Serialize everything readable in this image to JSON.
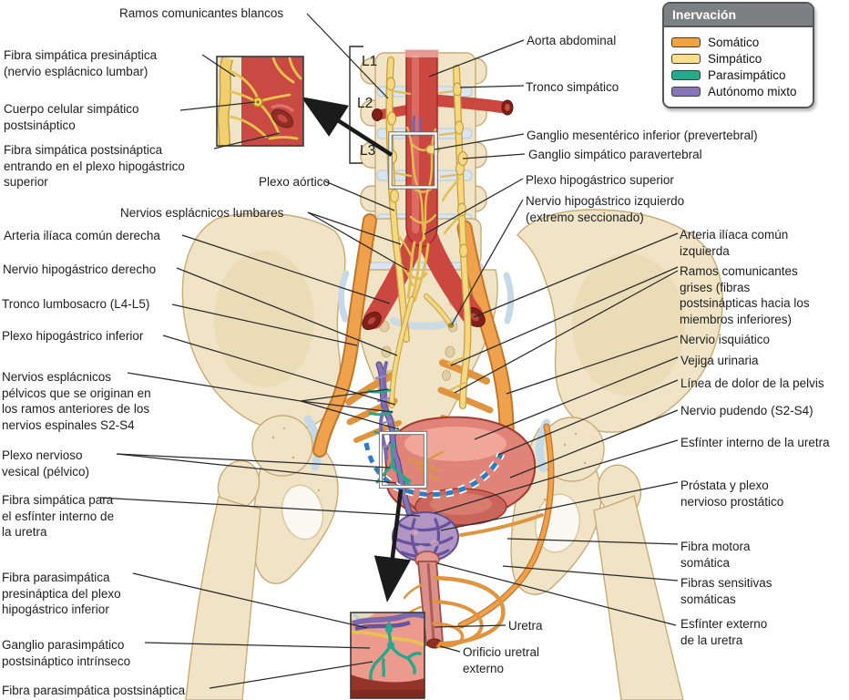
{
  "legend": {
    "title": "Inervación",
    "items": [
      {
        "label": "Somático",
        "color": "#F0A342"
      },
      {
        "label": "Simpático",
        "color": "#F8DE8E"
      },
      {
        "label": "Parasimpático",
        "color": "#29A98C"
      },
      {
        "label": "Autónomo mixto",
        "color": "#8677B4"
      }
    ]
  },
  "spine": {
    "l1": "L1",
    "l2": "L2",
    "l3": "L3"
  },
  "labels": {
    "ramos_comunicantes_blancos": "Ramos comunicantes blancos",
    "fibra_simpatica_presinaptica": "Fibra simpática presináptica (nervio esplácnico lumbar)",
    "cuerpo_celular": "Cuerpo celular simpático postsináptico",
    "fibra_simpatica_postsinaptica": "Fibra simpática postsináptica entrando en el plexo hipogástrico superior",
    "plexo_aortico": "Plexo aórtico",
    "nervios_esplacnicos_lumbares": "Nervios esplácnicos lumbares",
    "arteria_iliaca_derecha": "Arteria ilíaca común derecha",
    "nervio_hipogastrico_derecho": "Nervio hipogástrico derecho",
    "tronco_lumbosacro": "Tronco lumbosacro (L4-L5)",
    "plexo_hipogastrico_inferior": "Plexo hipogástrico inferior",
    "nervios_esplacnicos_pelvicos": "Nervios esplácnicos pélvicos que se originan en los ramos anteriores de los nervios espinales S2-S4",
    "plexo_nervioso_vesical": "Plexo nervioso vesical (pélvico)",
    "fibra_simpatica_esfinter": "Fibra simpática para el esfínter interno de la uretra",
    "fibra_parasimpatica_presinaptica": "Fibra parasimpática presináptica del plexo hipogástrico inferior",
    "ganglio_parasimpatico": "Ganglio parasimpático postsináptico intrínseco",
    "fibra_parasimpatica_postsinaptica": "Fibra parasimpática postsináptica",
    "aorta_abdominal": "Aorta abdominal",
    "tronco_simpatico": "Tronco simpático",
    "ganglio_mesenterico": "Ganglio mesentérico inferior (prevertebral)",
    "ganglio_simpatico_paravertebral": "Ganglio simpático paravertebral",
    "plexo_hipogastrico_superior": "Plexo hipogástrico superior",
    "nervio_hipogastrico_izquierdo": "Nervio hipogástrico izquierdo (extremo seccionado)",
    "arteria_iliaca_izquierda": "Arteria ilíaca común izquierda",
    "ramos_comunicantes_grises": "Ramos comunicantes grises (fibras postsinápticas hacia los miembros inferiores)",
    "nervio_isquiatico": "Nervio isquiático",
    "vejiga_urinaria": "Vejiga urinaria",
    "linea_de_dolor": "Línea de dolor de la pelvis",
    "nervio_pudendo": "Nervio pudendo (S2-S4)",
    "esfinter_interno": "Esfínter interno de la uretra",
    "prostata": "Próstata y plexo nervioso prostático",
    "fibra_motora_somatica": "Fibra motora somática",
    "fibras_sensitivas_somaticas": "Fibras sensitivas somáticas",
    "esfinter_externo": "Esfínter externo de la uretra",
    "uretra": "Uretra",
    "orificio_uretral_externo": "Orificio uretral externo"
  }
}
